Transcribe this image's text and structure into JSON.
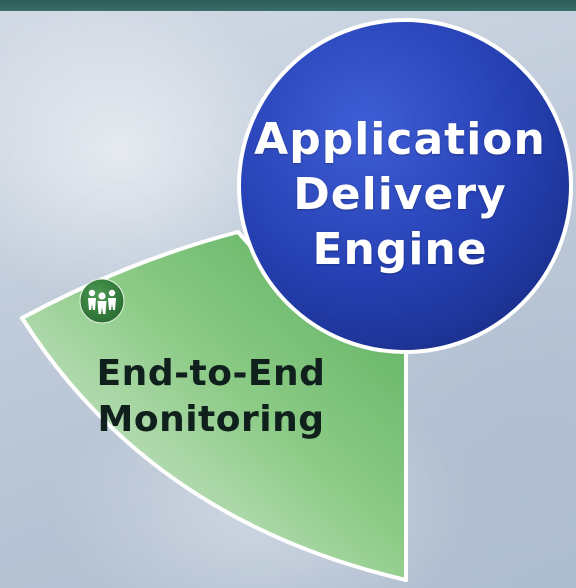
{
  "diagram": {
    "center_node": {
      "lines": [
        "Application",
        "Delivery",
        "Engine"
      ],
      "color": "#2a45b8"
    },
    "segment": {
      "lines": [
        "End-to-End",
        "Monitoring"
      ],
      "color": "#5fb462",
      "icon": "people-icon"
    }
  }
}
